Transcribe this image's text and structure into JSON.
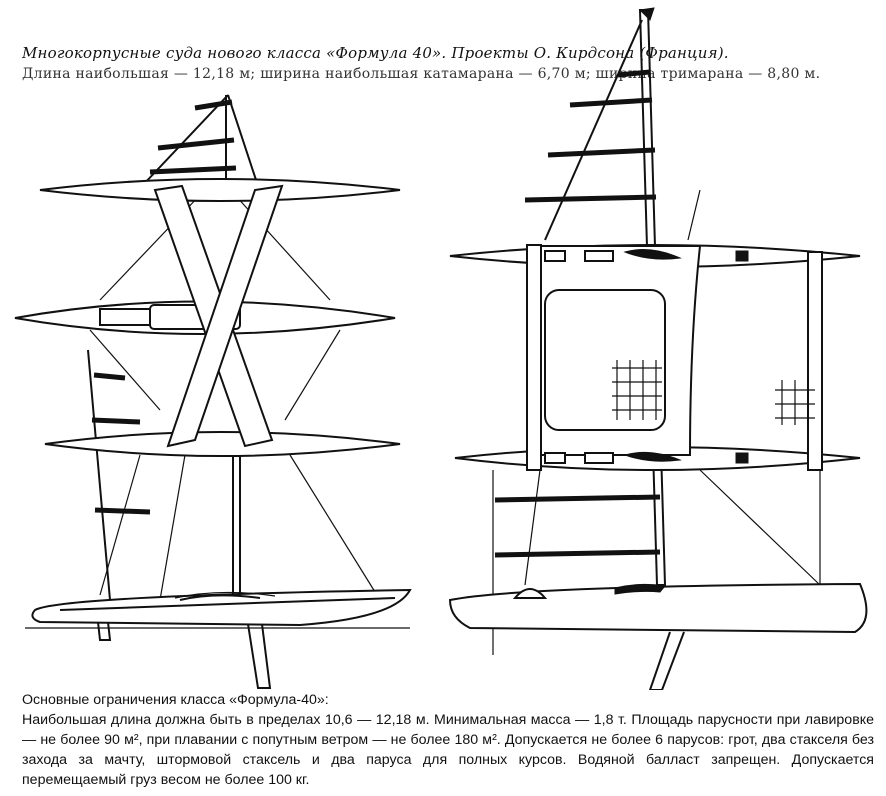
{
  "caption": "Многокорпусные суда нового класса «Формула 40». Проекты О. Кирдсона (Франция).",
  "dimensions": "Длина наибольшая — 12,18 м; ширина наибольшая катамарана — 6,70 м; ширина тримарана — 8,80 м.",
  "rules": {
    "title": "Основные ограничения класса «Формула-40»:",
    "body": "Наибольшая длина должна быть в пределах 10,6 — 12,18 м. Минимальная масса — 1,8 т. Площадь парусности при лавировке — не более 90 м², при плавании с попутным ветром — не более 180 м². Допускается не более 6 парусов: грот, два стакселя без захода за мачту, штормовой стаксель и два паруса для полных курсов. Водяной балласт запрещен. Допускается перемещаемый груз весом не более 100 кг."
  },
  "figures": {
    "left": "trimaran",
    "right": "catamaran"
  }
}
